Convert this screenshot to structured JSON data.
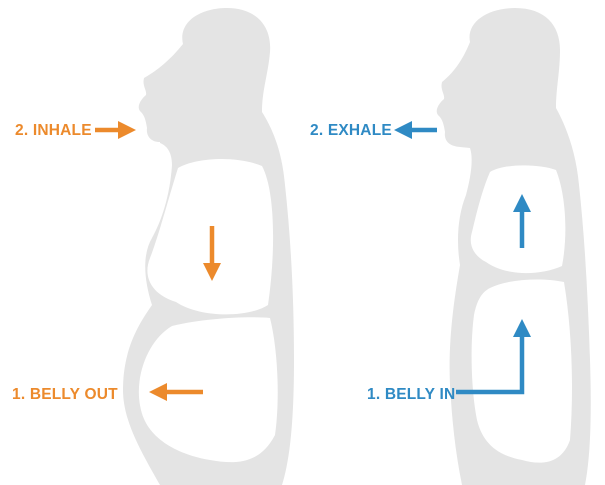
{
  "colors": {
    "body_fill": "#e4e4e4",
    "cavity_fill": "#ffffff",
    "inhale_accent": "#ec8a2c",
    "exhale_accent": "#2f8ac4"
  },
  "panels": [
    {
      "id": "inhale",
      "accent_color": "#ec8a2c",
      "step_top_label": "2. INHALE",
      "step_bottom_label": "1. BELLY OUT",
      "top_arrow": "right-arrow-icon",
      "chest_arrow": "down-arrow-icon",
      "belly_arrow": "left-arrow-icon"
    },
    {
      "id": "exhale",
      "accent_color": "#2f8ac4",
      "step_top_label": "2. EXHALE",
      "step_bottom_label": "1. BELLY IN",
      "top_arrow": "left-arrow-icon",
      "chest_arrow": "up-arrow-icon",
      "belly_arrow": "up-arrow-icon"
    }
  ]
}
